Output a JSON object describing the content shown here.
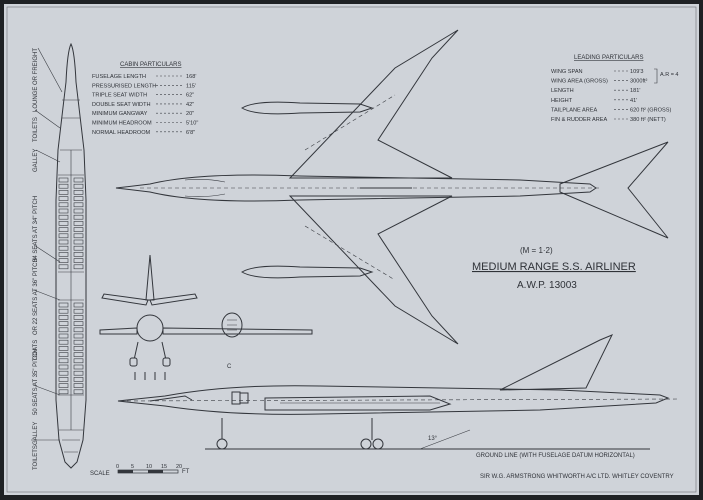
{
  "cabin_particulars": {
    "title": "CABIN PARTICULARS",
    "rows": [
      {
        "label": "FUSELAGE LENGTH",
        "value": "168'"
      },
      {
        "label": "PRESSURISED LENGTH",
        "value": "115'"
      },
      {
        "label": "TRIPLE SEAT WIDTH",
        "value": "62\""
      },
      {
        "label": "DOUBLE SEAT WIDTH",
        "value": "42\""
      },
      {
        "label": "MINIMUM GANGWAY",
        "value": "20\""
      },
      {
        "label": "MINIMUM HEADROOM",
        "value": "5'10\""
      },
      {
        "label": "NORMAL HEADROOM",
        "value": "6'8\""
      }
    ]
  },
  "leading_particulars": {
    "title": "LEADING PARTICULARS",
    "rows": [
      {
        "label": "WING SPAN",
        "value": "109'3"
      },
      {
        "label": "WING AREA (GROSS)",
        "value": "3000ft²"
      },
      {
        "label": "LENGTH",
        "value": "181'"
      },
      {
        "label": "HEIGHT",
        "value": "41'"
      },
      {
        "label": "TAILPLANE AREA",
        "value": "620 ft² (GROSS)"
      },
      {
        "label": "FIN & RUDDER AREA",
        "value": "380 ft² (NETT)"
      }
    ],
    "aspect_note": "A.R = 4"
  },
  "title_block": {
    "mach": "(M = 1·2)",
    "name": "MEDIUM RANGE S.S. AIRLINER",
    "number": "A.W.P. 13003"
  },
  "cabin_labels": {
    "lounge": "LOUNGE OR FREIGHT",
    "toilets_top": "TOILETS",
    "galley_top": "GALLEY",
    "seats_34": "34 SEATS AT 34\" PITCH",
    "seats_22": "OR 22 SEATS AT 36\" PITCH",
    "coats": "COATS",
    "seats_50": "50 SEATS AT 35\" PITCH",
    "galley_bottom": "GALLEY",
    "toilets_bottom": "TOILETS"
  },
  "ground_line": "GROUND LINE (WITH FUSELAGE DATUM HORIZONTAL)",
  "ground_angle": "13°",
  "scale": {
    "label": "SCALE",
    "ticks": [
      "0",
      "5",
      "10",
      "15",
      "20"
    ],
    "unit": "FT"
  },
  "manufacturer": "SIR W.G. ARMSTRONG WHITWORTH A/C LTD. WHITLEY COVENTRY",
  "section_mark": "C",
  "colors": {
    "paper": "#cfd3d9",
    "ink": "#33363c",
    "border": "#1f2124"
  }
}
